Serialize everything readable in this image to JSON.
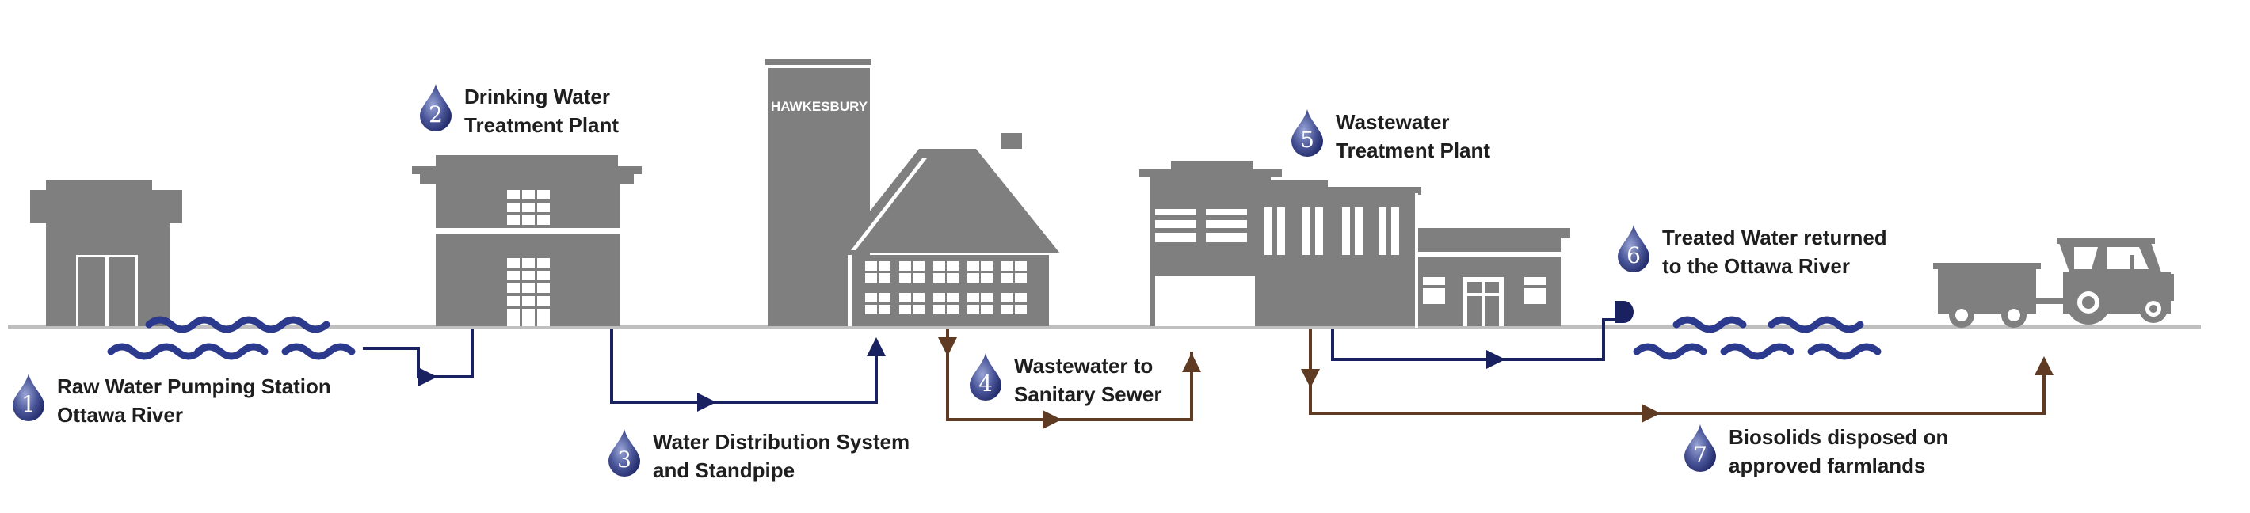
{
  "colors": {
    "building": "#7f7f7f",
    "ground": "#bfbfbf",
    "water_line": "#1a2160",
    "waste_line": "#5e3b22",
    "waves": "#2c3a8e",
    "drop_dark": "#1f2766",
    "drop_light": "#9aa6d6",
    "label_text": "#1e1e1e"
  },
  "steps": [
    {
      "number": "1",
      "line1": "Raw Water Pumping Station",
      "line2": "Ottawa River",
      "icon": "water-drop-icon"
    },
    {
      "number": "2",
      "line1": "Drinking Water",
      "line2": "Treatment Plant",
      "icon": "water-drop-icon"
    },
    {
      "number": "3",
      "line1": "Water Distribution System",
      "line2": "and Standpipe",
      "icon": "water-drop-icon"
    },
    {
      "number": "4",
      "line1": "Wastewater to",
      "line2": "Sanitary Sewer",
      "icon": "water-drop-icon"
    },
    {
      "number": "5",
      "line1": "Wastewater",
      "line2": "Treatment Plant",
      "icon": "water-drop-icon"
    },
    {
      "number": "6",
      "line1": "Treated Water returned",
      "line2": "to the Ottawa River",
      "icon": "water-drop-icon"
    },
    {
      "number": "7",
      "line1": "Biosolids disposed on",
      "line2": "approved farmlands",
      "icon": "water-drop-icon"
    }
  ],
  "tower_sign": "HAWKESBURY"
}
